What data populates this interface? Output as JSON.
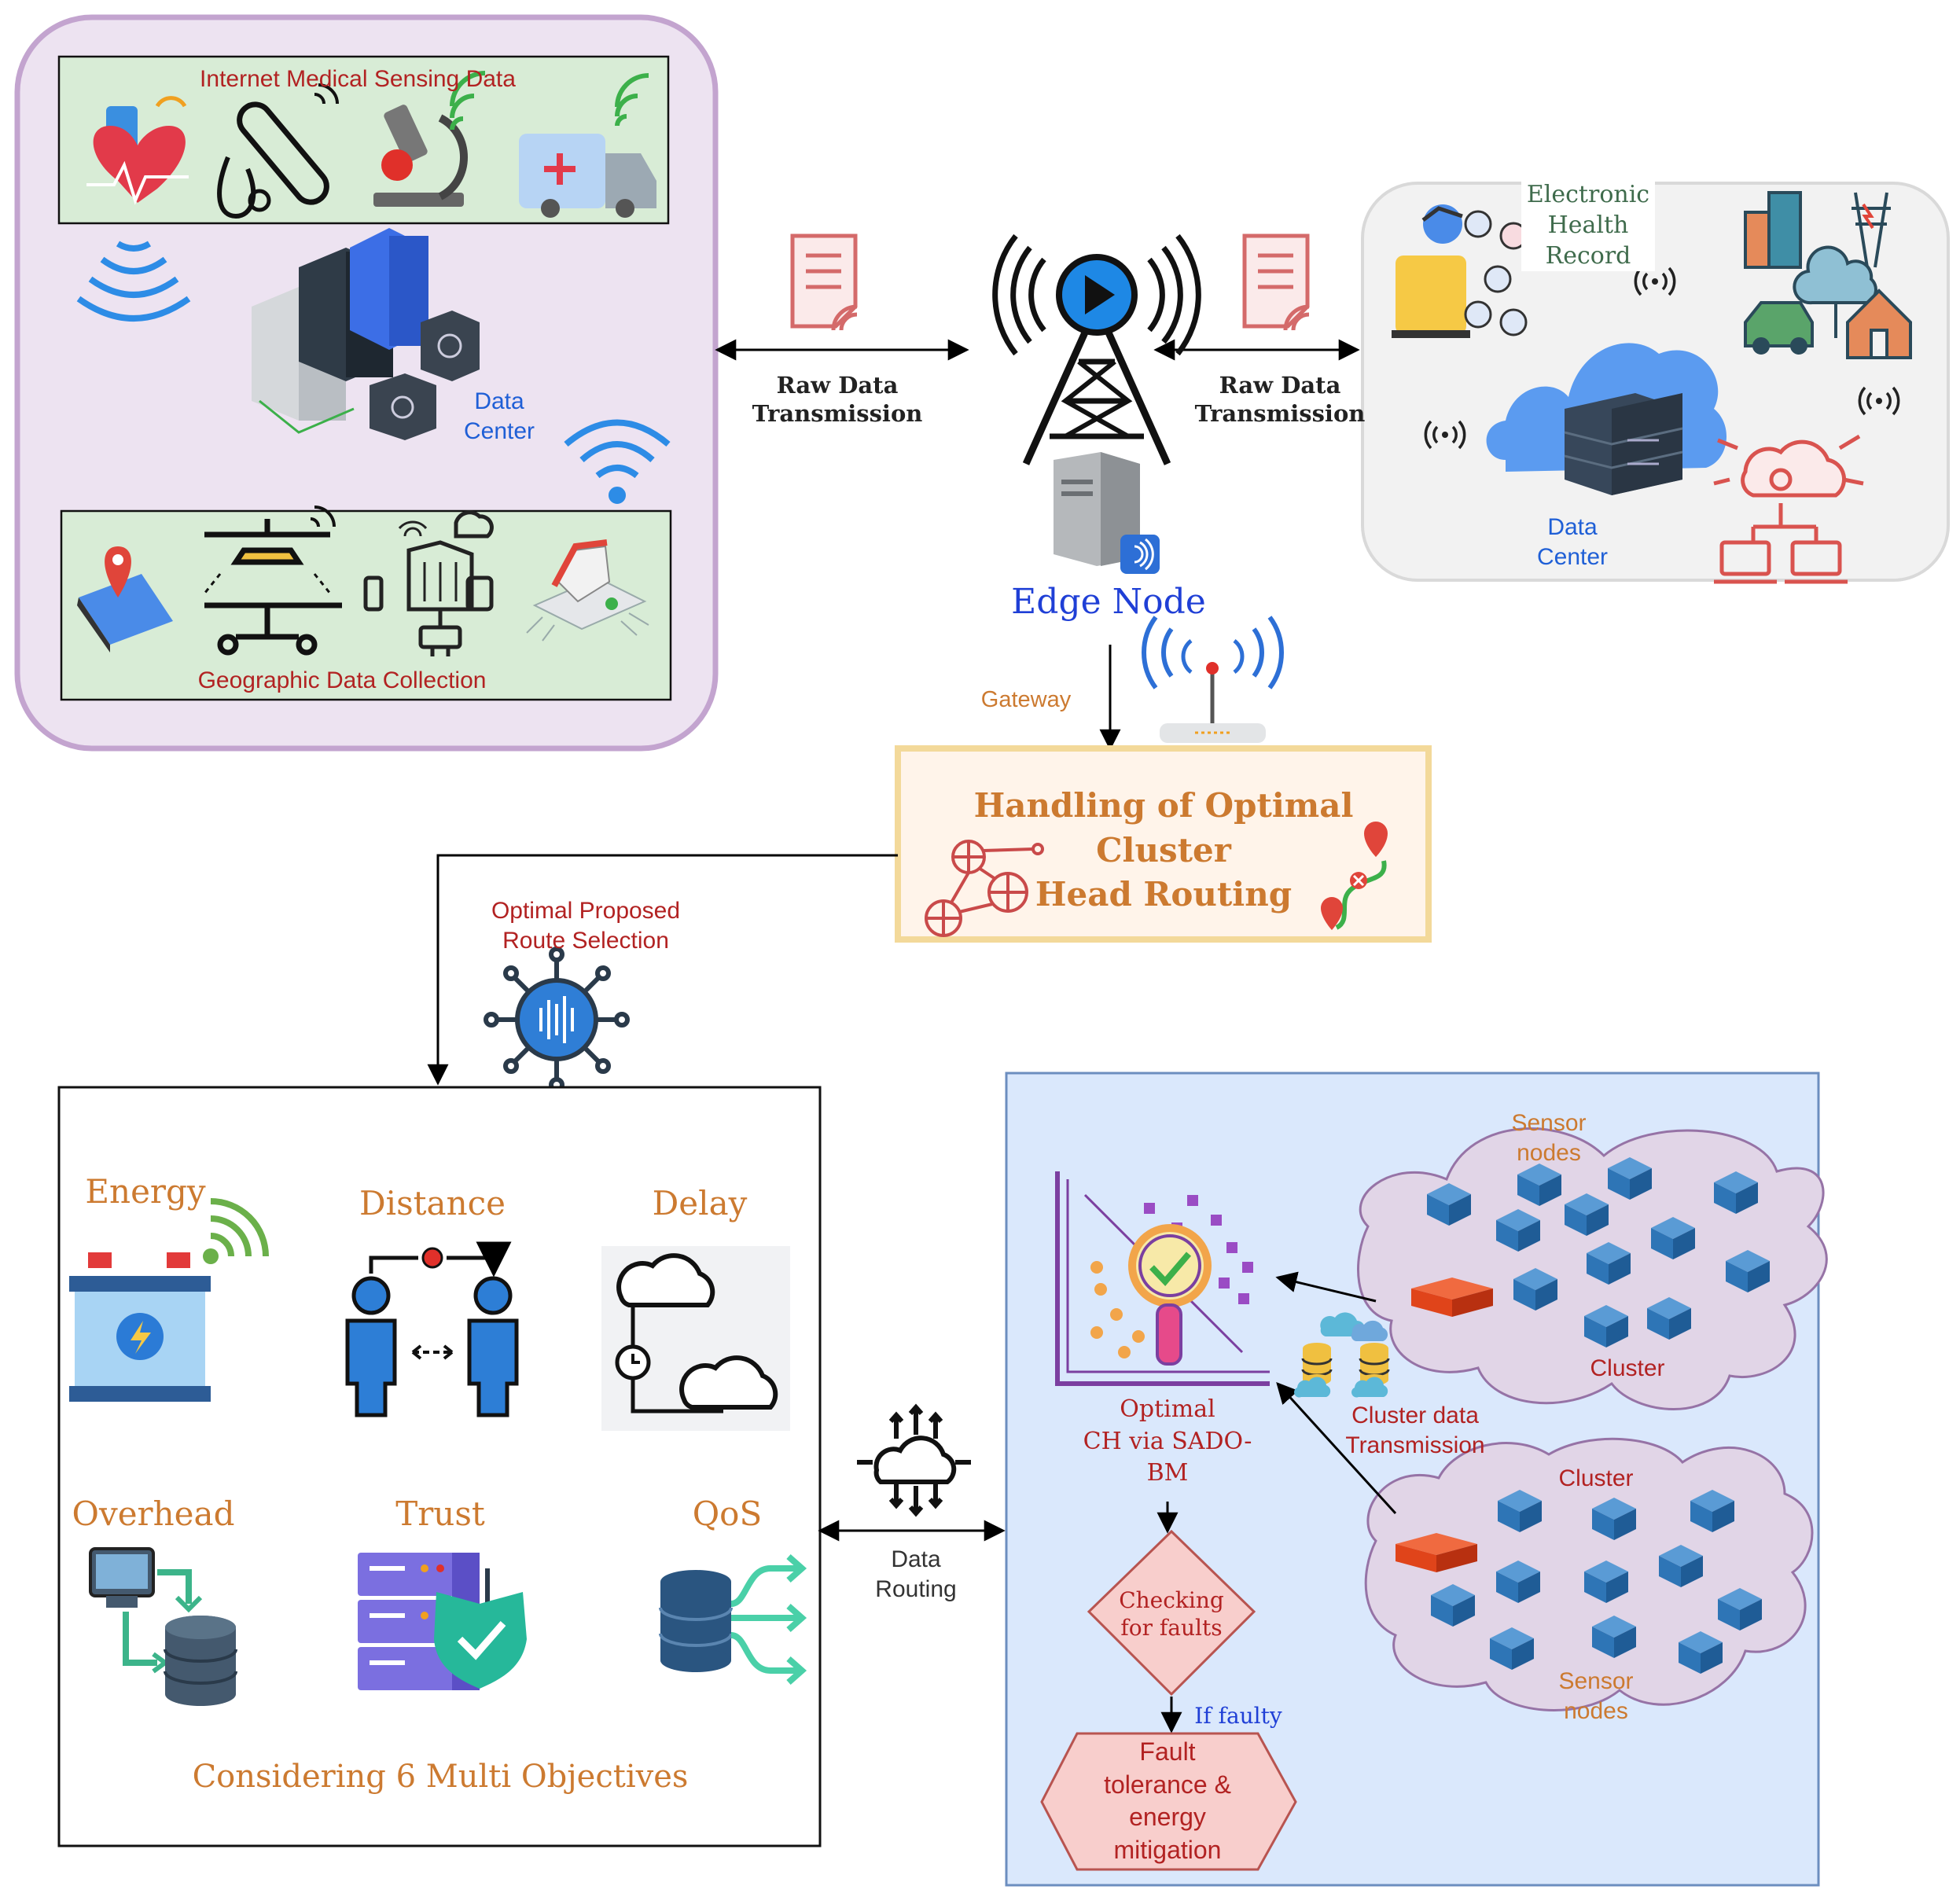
{
  "top_left": {
    "medical_title": "Internet Medical Sensing Data",
    "data_center": "Data\nCenter",
    "geo_title": "Geographic Data Collection"
  },
  "links": {
    "left_raw": "Raw Data\nTransmission",
    "right_raw": "Raw Data\nTransmission",
    "gateway": "Gateway",
    "route_selection": "Optimal Proposed\nRoute Selection",
    "data_routing": "Data\nRouting"
  },
  "edge_node": "Edge Node",
  "top_right": {
    "ehr": "Electronic\nHealth\nRecord",
    "data_center": "Data\nCenter"
  },
  "cluster_head": {
    "title": "Handling of Optimal Cluster\nHead Routing"
  },
  "objectives": {
    "energy": "Energy",
    "distance": "Distance",
    "delay": "Delay",
    "overhead": "Overhead",
    "trust": "Trust",
    "qos": "QoS",
    "caption": "Considering 6 Multi Objectives"
  },
  "network": {
    "sensor_nodes_top": "Sensor\nnodes",
    "cluster_top": "Cluster",
    "cluster_bottom": "Cluster",
    "sensor_nodes_bottom": "Sensor\nnodes",
    "cluster_tx": "Cluster data\nTransmission",
    "optimal_ch": "Optimal\nCH via SADO-\nBM",
    "checking": "Checking\nfor faults",
    "if_faulty": "If faulty",
    "fault_tolerance": "Fault\ntolerance &\nenergy\nmitigation"
  },
  "colors": {
    "purple_panel": "#ede3f1",
    "purple_border": "#c3a4cf",
    "green_box": "#d8ecd6",
    "grey_panel": "#f2f2f2",
    "cream_box": "#fff4ea",
    "cream_border": "#f3d99a",
    "blue_panel": "#dae8fc",
    "blue_border": "#6c8ebf",
    "cloud_fill": "#e1d5e7",
    "cube_blue": "#2e75b6",
    "cube_red": "#e0441a",
    "orange_text": "#cc7a30",
    "red_text": "#b22222",
    "blue_text": "#1f5fd6"
  }
}
